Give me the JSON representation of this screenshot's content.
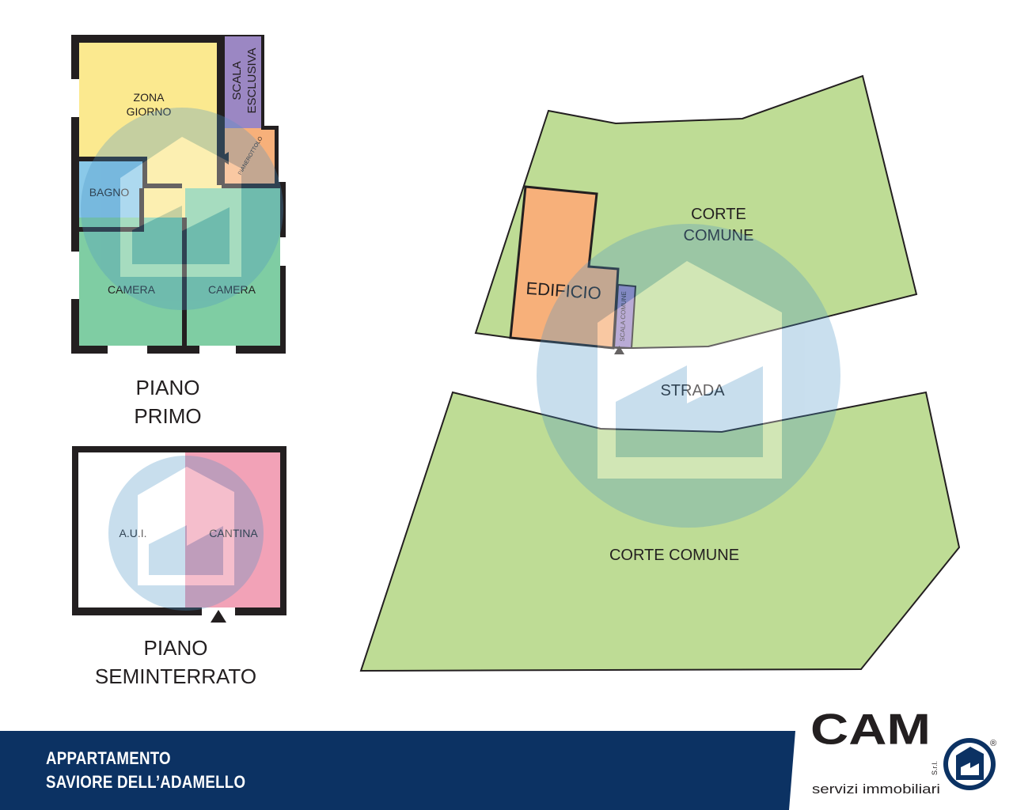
{
  "floor_primo": {
    "rooms": {
      "zona_giorno": [
        "ZONA",
        "GIORNO"
      ],
      "scala_esclusiva": [
        "SCALA",
        "ESCLUSIVA"
      ],
      "pianerottolo": "PIANEROTTOLO",
      "bagno": "BAGNO",
      "camera_1": "CAMERA",
      "camera_2": "CAMERA"
    },
    "title": [
      "PIANO",
      "PRIMO"
    ]
  },
  "floor_seminterrato": {
    "rooms": {
      "aui": "A.U.I.",
      "cantina": "CANTINA"
    },
    "title": [
      "PIANO",
      "SEMINTERRATO"
    ]
  },
  "site_plan": {
    "corte_comune_top": [
      "CORTE",
      "COMUNE"
    ],
    "edificio": "EDIFICIO",
    "scala_comune": "SCALA COMUNE",
    "strada": "STRADA",
    "corte_comune_bottom": "CORTE COMUNE"
  },
  "footer": {
    "line1": "APPARTAMENTO",
    "line2": "SAVIORE DELL’ADAMELLO"
  },
  "logo": {
    "brand": "CAM",
    "suffix": "S.r.l.",
    "tagline": "servizi immobiliari",
    "registered": "®"
  },
  "colors": {
    "zona_giorno": "#fbe98f",
    "scala": "#9b87c3",
    "pianerottolo": "#f7b07a",
    "bagno": "#8ac9e9",
    "camera": "#7fcda3",
    "cantina": "#f2a2b7",
    "corte": "#bedc95",
    "edificio": "#f7b07a",
    "footer_bg": "#0c3263",
    "watermark": "#4d94c7"
  }
}
